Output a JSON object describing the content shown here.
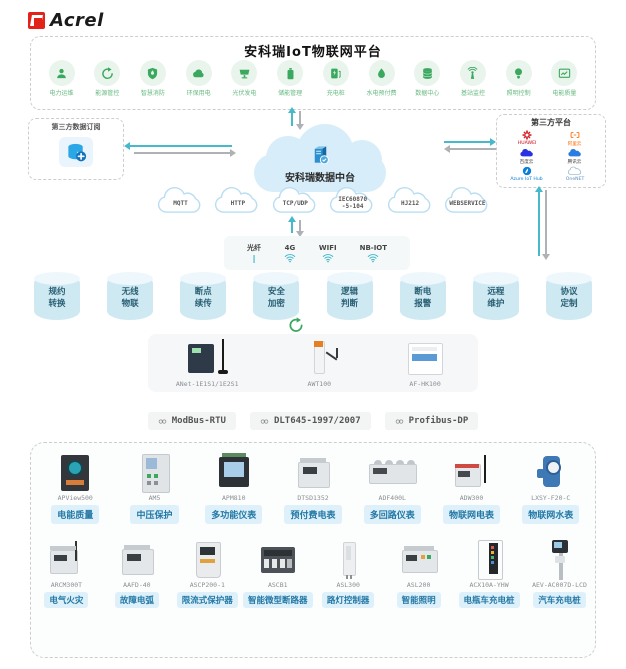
{
  "brand": {
    "name": "Acrel",
    "logo_color": "#e2231a"
  },
  "theme": {
    "accent_teal": "#46b9ca",
    "accent_green": "#3aa85e",
    "accent_blue": "#2b8fd0",
    "pill_bg": "#def1fa",
    "pill_text": "#2478a5",
    "cylinder_fill": "#cfe9f3",
    "cloud_fill": "#d7edf9"
  },
  "platform": {
    "title": "安科瑞IoT物联网平台",
    "solutions": [
      {
        "label": "电力运维",
        "icon": "person"
      },
      {
        "label": "能源管控",
        "icon": "recycle"
      },
      {
        "label": "智慧消防",
        "icon": "shield"
      },
      {
        "label": "环保用电",
        "icon": "cloudleaf"
      },
      {
        "label": "光伏发电",
        "icon": "solar"
      },
      {
        "label": "储能管理",
        "icon": "battery"
      },
      {
        "label": "充电桩",
        "icon": "charger"
      },
      {
        "label": "水电预付费",
        "icon": "drop"
      },
      {
        "label": "数据中心",
        "icon": "database"
      },
      {
        "label": "基站监控",
        "icon": "antenna"
      },
      {
        "label": "照明控制",
        "icon": "bulb"
      },
      {
        "label": "电能质量",
        "icon": "gauge"
      }
    ]
  },
  "middle": {
    "left_box": {
      "title": "第三方数据订阅"
    },
    "cloud": {
      "label": "安科瑞数据中台"
    },
    "right_box": {
      "title": "第三方平台",
      "platforms": [
        {
          "label": "HUAWEI",
          "icon": "huawei",
          "logo_color": "#d2232a",
          "label_color": "#c7000b"
        },
        {
          "label": "阿里云",
          "icon": "aliyun",
          "logo_color": "#ff6a00",
          "label_color": "#ff6a00"
        },
        {
          "label": "百度云",
          "icon": "cloudfill",
          "logo_color": "#2932e1",
          "label_color": "#444444"
        },
        {
          "label": "腾讯云",
          "icon": "cloudfill",
          "logo_color": "#2a7de1",
          "label_color": "#444444"
        },
        {
          "label": "Azure IoT Hub",
          "icon": "azure",
          "logo_color": "#0a7fd4",
          "label_color": "#0a7fd4"
        },
        {
          "label": "OneNET",
          "icon": "cloudline",
          "logo_color": "#8ab0cc",
          "label_color": "#5a8fbf"
        }
      ]
    }
  },
  "protocols": {
    "clouds": [
      {
        "l1": "MQTT"
      },
      {
        "l1": "HTTP"
      },
      {
        "l1": "TCP/UDP"
      },
      {
        "l1": "IEC60870",
        "l2": "-5-104"
      },
      {
        "l1": "HJ212"
      },
      {
        "l1": "WEBSERVICE"
      }
    ]
  },
  "comms": {
    "items": [
      {
        "label": "光纤",
        "icon": "line"
      },
      {
        "label": "4G",
        "icon": "wifi"
      },
      {
        "label": "WIFI",
        "icon": "wifi"
      },
      {
        "label": "NB-IOT",
        "icon": "wifi"
      }
    ]
  },
  "features": {
    "items": [
      {
        "l1": "规约",
        "l2": "转换"
      },
      {
        "l1": "无线",
        "l2": "物联"
      },
      {
        "l1": "断点",
        "l2": "续传"
      },
      {
        "l1": "安全",
        "l2": "加密"
      },
      {
        "l1": "逻辑",
        "l2": "判断"
      },
      {
        "l1": "断电",
        "l2": "报警"
      },
      {
        "l1": "远程",
        "l2": "维护"
      },
      {
        "l1": "协议",
        "l2": "定制"
      }
    ]
  },
  "gateways": {
    "items": [
      {
        "model": "ANet-1E1S1/1E2S1",
        "art": "gateway"
      },
      {
        "model": "AWT100",
        "art": "awt"
      },
      {
        "model": "AF-HK100",
        "art": "hk"
      }
    ]
  },
  "bus_tags": {
    "items": [
      {
        "label": "ModBus-RTU"
      },
      {
        "label": "DLT645-1997/2007"
      },
      {
        "label": "Profibus-DP"
      }
    ]
  },
  "products": {
    "row1": [
      {
        "model": "APView500",
        "label": "电能质量",
        "art": "blackscreen"
      },
      {
        "model": "AM5",
        "label": "中压保护",
        "art": "cabinet"
      },
      {
        "model": "APM810",
        "label": "多功能仪表",
        "art": "squaremeter"
      },
      {
        "model": "DTSD1352",
        "label": "预付费电表",
        "art": "dinrail"
      },
      {
        "model": "ADF400L",
        "label": "多回路仪表",
        "art": "dinwide"
      },
      {
        "model": "ADW300",
        "label": "物联网电表",
        "art": "iotmeter"
      },
      {
        "model": "LXSY-F20-C",
        "label": "物联网水表",
        "art": "watermeter"
      }
    ],
    "row2": [
      {
        "model": "ARCM300T",
        "label": "电气火灾",
        "art": "arcm"
      },
      {
        "model": "AAFD-40",
        "label": "故障电弧",
        "art": "dinrail"
      },
      {
        "model": "ASCP200-1",
        "label": "限流式保护器",
        "art": "boxmeter"
      },
      {
        "model": "ASCB1",
        "label": "智能微型断路器",
        "art": "breaker"
      },
      {
        "model": "ASL300",
        "label": "路灯控制器",
        "art": "stick"
      },
      {
        "model": "ASL200",
        "label": "智能照明",
        "art": "asl200"
      },
      {
        "model": "ACX10A-YHW",
        "label": "电瓶车充电桩",
        "art": "wallbox"
      },
      {
        "model": "AEV-AC007D-LCD",
        "label": "汽车充电桩",
        "art": "pole"
      }
    ]
  }
}
